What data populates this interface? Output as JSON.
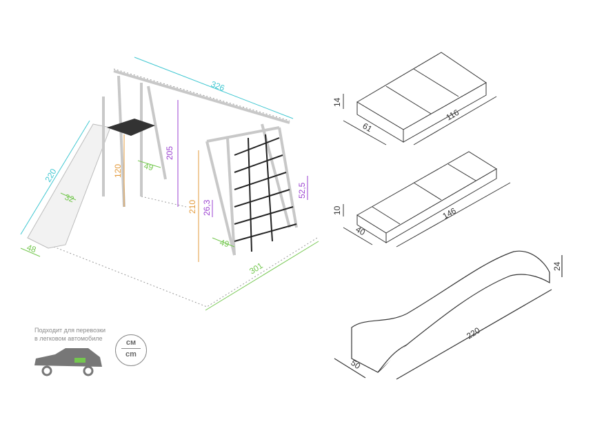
{
  "colors": {
    "cyan": "#3fc7d1",
    "purple": "#9a3fd0",
    "orange": "#e39a3b",
    "green": "#74c74f",
    "dark": "#333333",
    "frame": "#bdbdbd"
  },
  "swing_set": {
    "top_beam_length": "326",
    "swing_height": "205",
    "slide_length": "220",
    "platform_height": "120",
    "ladder_width": "49",
    "slide_width": "32",
    "slide_end_width": "48",
    "climber_height": "210",
    "ring_size": "26,3",
    "net_step": "52,5",
    "climber_ladder_width": "49",
    "base_length": "301"
  },
  "packages": [
    {
      "height": "14",
      "width": "61",
      "length": "116"
    },
    {
      "height": "10",
      "width": "40",
      "length": "146"
    },
    {
      "height": "24",
      "width": "50",
      "length": "220"
    }
  ],
  "car_note": {
    "text": "Подходит для перевозки в легковом автомобиле"
  },
  "units": {
    "top": "см",
    "bottom": "cm"
  }
}
